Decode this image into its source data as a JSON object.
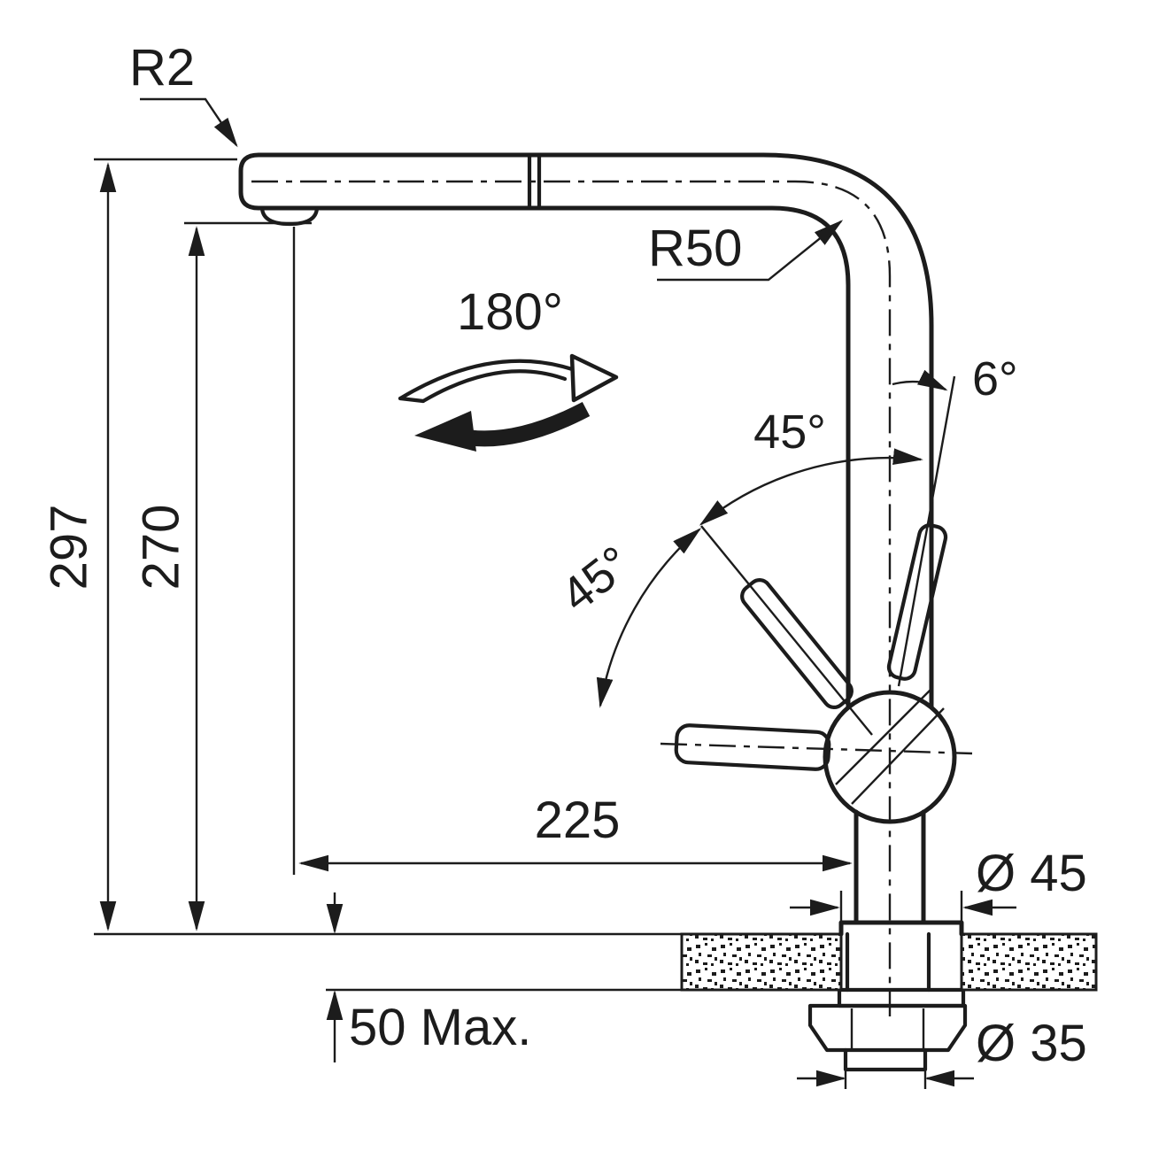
{
  "colors": {
    "line": "#1c1c1c",
    "background": "#ffffff"
  },
  "annotations": {
    "spout_tip_radius": "R2",
    "bend_radius": "R50",
    "swivel_range": "180°",
    "handle_upright_tilt": "6°",
    "handle_open_angle": "45°",
    "handle_full_angle": "45°"
  },
  "dimensions": {
    "overall_height": "297",
    "outlet_height": "270",
    "spout_reach": "225",
    "base_diameter": "Ø 45",
    "counter_thickness": "50 Max.",
    "mount_hole_diameter": "Ø 35"
  }
}
